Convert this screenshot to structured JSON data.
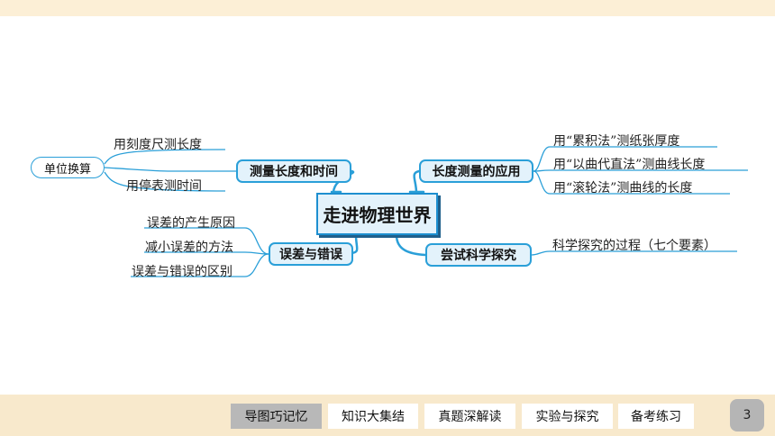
{
  "mindmap": {
    "center": "走进物理世界",
    "left_top": {
      "label": "测量长度和时间",
      "sub": {
        "label": "单位换算",
        "children": [
          "用刻度尺测长度",
          "用停表测时间"
        ]
      }
    },
    "left_bottom": {
      "label": "误差与错误",
      "children": [
        "误差的产生原因",
        "减小误差的方法",
        "误差与错误的区别"
      ]
    },
    "right_top": {
      "label": "长度测量的应用",
      "children": [
        "用“累积法”测纸张厚度",
        "用“以曲代直法”测曲线长度",
        "用“滚轮法”测曲线的长度"
      ]
    },
    "right_bottom": {
      "label": "尝试科学探究",
      "children": [
        "科学探究的过程（七个要素）"
      ]
    }
  },
  "footer": {
    "tabs": [
      "导图巧记忆",
      "知识大集结",
      "真题深解读",
      "实验与探究",
      "备考练习"
    ],
    "active_tab": "导图巧记忆",
    "page_number": "3"
  },
  "colors": {
    "branch": "#2a9fd8",
    "node_fill": "#e3f2fb",
    "top_bar": "#fcefd6",
    "bottom_bar": "#f8e9cc",
    "active_tab": "#b8b8b8"
  }
}
